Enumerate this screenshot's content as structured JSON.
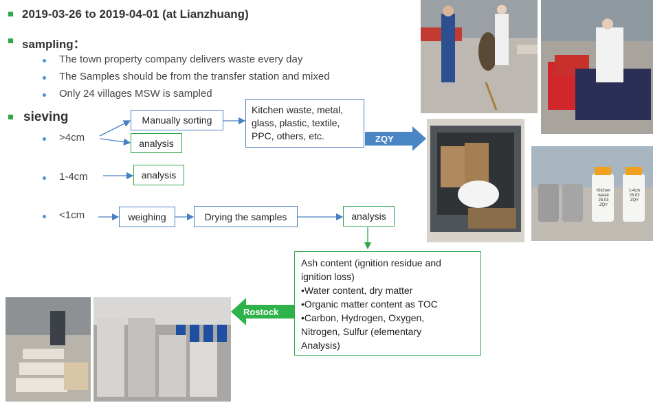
{
  "bullets": {
    "date_range": "2019-03-26 to 2019-04-01 (at Lianzhuang)",
    "sampling_heading": "sampling：",
    "sampling_items": [
      "The town property company delivers waste every day",
      "The Samples should be from the transfer station and mixed",
      "Only 24 villages MSW is sampled"
    ],
    "sieving_heading": "sieving"
  },
  "sizes": {
    "gt4": ">4cm",
    "mid": "1-4cm",
    "lt1": "<1cm"
  },
  "boxes": {
    "manual_sorting": "Manually sorting",
    "analysis_gt4": "analysis",
    "analysis_mid": "analysis",
    "weighing": "weighing",
    "drying": "Drying the samples",
    "analysis_lt1": "analysis",
    "kitchen_lines": [
      "Kitchen waste, metal,",
      "glass, plastic, textile,",
      "PPC, others, etc."
    ],
    "ash_lines": [
      "Ash content (ignition residue and",
      "ignition loss)",
      "•Water content, dry matter",
      "•Organic matter content as TOC",
      "•Carbon, Hydrogen, Oxygen,",
      "Nitrogen, Sulfur (elementary",
      "Analysis)"
    ]
  },
  "arrows": {
    "zqy": "ZQY",
    "rostock": "Rostock"
  },
  "photo_labels": {
    "bottle1": "Kitchen waste 25.03 ZQY",
    "bottle2": "1-4cm 25.03 ZQY"
  },
  "colors": {
    "bullet_square": "#2ea84a",
    "bullet_dot": "#4a90d9",
    "box_blue": "#4a7fc1",
    "box_green": "#2ea84a",
    "arrow_blue": "#4a86c5",
    "arrow_green": "#2db34a"
  }
}
